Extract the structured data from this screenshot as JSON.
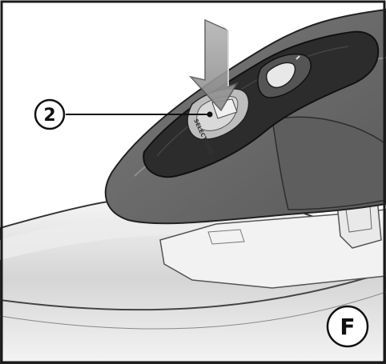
{
  "diagram": {
    "step_label": "2",
    "figure_letter": "F",
    "button_text": "SELECTIONS",
    "colors": {
      "frame": "#1a1a1a",
      "handle_dark": "#4a4a4a",
      "handle_mid": "#6d6d6d",
      "panel_black": "#2a2a2a",
      "tube_light": "#e6e6e6",
      "arrow_fill": "#9a9a9a"
    },
    "icons": {
      "press_arrow": "down-arrow-icon",
      "slider_switch": "slider-switch-icon",
      "release_button": "release-button-icon"
    }
  }
}
